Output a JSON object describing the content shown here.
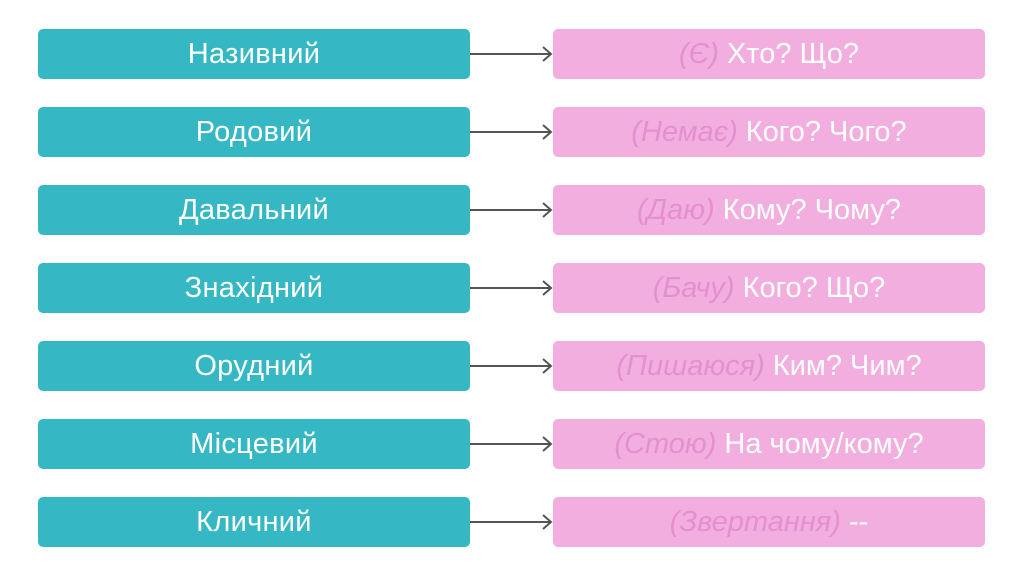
{
  "colors": {
    "case_box": "#35b8c3",
    "question_box": "#f2aedf",
    "cue_text": "#e58fd0",
    "arrow": "#555555"
  },
  "rows": [
    {
      "case": "Називний",
      "cue": "(Є)",
      "question": "Хто? Що?"
    },
    {
      "case": "Родовий",
      "cue": "(Немає)",
      "question": "Кого? Чого?"
    },
    {
      "case": "Давальний",
      "cue": "(Даю)",
      "question": "Кому? Чому?"
    },
    {
      "case": "Знахідний",
      "cue": "(Бачу)",
      "question": "Кого? Що?"
    },
    {
      "case": "Орудний",
      "cue": "(Пишаюся)",
      "question": "Ким? Чим?"
    },
    {
      "case": "Місцевий",
      "cue": "(Стою)",
      "question": "На чому/кому?"
    },
    {
      "case": "Кличний",
      "cue": "(Звертання)",
      "question": "--"
    }
  ]
}
